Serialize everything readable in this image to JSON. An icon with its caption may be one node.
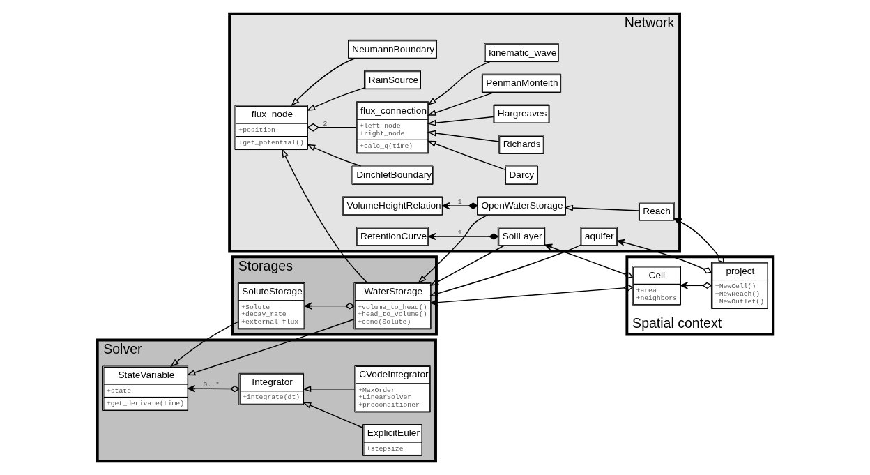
{
  "diagram": {
    "nodes": [
      {
        "text": [
          "Network"
        ]
      },
      {
        "text": [
          "flux_connection",
          "+left_node",
          "+right_node",
          "+calc_q(time)"
        ],
        "in": 0
      },
      {
        "text": [
          "flux_node",
          "+position",
          "+get_potential()"
        ],
        "in": 0
      },
      {
        "text": [
          "PenmanMonteith"
        ],
        "in": 0
      },
      {
        "text": [
          "Hargreaves"
        ],
        "in": 0
      },
      {
        "text": [
          "Richards"
        ],
        "in": 0
      },
      {
        "text": [
          "Darcy"
        ],
        "in": 0
      },
      {
        "text": [
          "kinematic_wave"
        ],
        "in": 0
      },
      {
        "text": [
          "DirichletBoundary"
        ],
        "in": 0
      },
      {
        "text": [
          "NeumannBoundary"
        ],
        "in": 0
      },
      {
        "text": [
          "RainSource"
        ],
        "in": 0
      },
      {
        "text": [
          "Solver"
        ]
      },
      {
        "text": [
          "StateVariable",
          "+state",
          "+get_derivate(time)"
        ],
        "in": 11
      },
      {
        "text": [
          "Integrator",
          "+integrate(dt)"
        ],
        "in": 11
      },
      {
        "text": [
          "CVodeIntegrator",
          "+MaxOrder",
          "+LinearSolver",
          "+preconditioner"
        ],
        "in": 11
      },
      {
        "text": [
          "ExplicitEuler",
          "+stepsize"
        ],
        "in": 11
      },
      {
        "text": [
          "Storages"
        ]
      },
      {
        "text": [
          "WaterStorage",
          "+volume_to_head()",
          "+head_to_volume()",
          "+conc(Solute)"
        ],
        "in": 16
      },
      {
        "text": [
          "SoluteStorage",
          "+Solute",
          "+decay_rate",
          "+external_flux"
        ],
        "in": 16
      },
      {
        "text": [
          "OpenWaterStorage"
        ],
        "in": 0
      },
      {
        "text": [
          "aquifer"
        ],
        "in": 0
      },
      {
        "text": [
          "SoilLayer"
        ],
        "in": 0
      },
      {
        "text": [
          "VolumeHeightRelation"
        ],
        "in": 0
      },
      {
        "text": [
          "RetentionCurve"
        ],
        "in": 0
      },
      {
        "text": [
          "Reach"
        ],
        "in": 0
      },
      {
        "text": [
          "Spatial context"
        ]
      },
      {
        "text": [
          "Cell",
          "+area",
          "+neighbors"
        ],
        "in": 25
      },
      {
        "text": [
          "project",
          "+NewCell()",
          "+NewReach()",
          "+NewOutlet()"
        ],
        "in": 25
      }
    ],
    "edges": [
      {
        "from": 1,
        "to": 2,
        "arrow": "other",
        "label": "2"
      },
      {
        "from": 3,
        "to": 1,
        "arrow": "to"
      },
      {
        "from": 4,
        "to": 1,
        "arrow": "to"
      },
      {
        "from": 5,
        "to": 1,
        "arrow": "to"
      },
      {
        "from": 6,
        "to": 1,
        "arrow": "to"
      },
      {
        "from": 7,
        "to": 1,
        "arrow": "to"
      },
      {
        "from": 8,
        "to": 2,
        "arrow": "to"
      },
      {
        "from": 9,
        "to": 2,
        "arrow": "to"
      },
      {
        "from": 10,
        "to": 2,
        "arrow": "to"
      },
      {
        "from": 17,
        "to": 2,
        "arrow": "to"
      },
      {
        "from": 13,
        "to": 12,
        "arrow": "to",
        "label": "0..*"
      },
      {
        "from": 14,
        "to": 13,
        "arrow": "to"
      },
      {
        "from": 15,
        "to": 13,
        "arrow": "to"
      },
      {
        "from": 17,
        "to": 12,
        "arrow": "to"
      },
      {
        "from": 18,
        "to": 12,
        "arrow": "to"
      },
      {
        "from": 17,
        "to": 18,
        "arrow": "to"
      },
      {
        "from": 19,
        "to": 17,
        "arrow": "to"
      },
      {
        "from": 20,
        "to": 17,
        "arrow": "to"
      },
      {
        "from": 21,
        "to": 17,
        "arrow": "to"
      },
      {
        "from": 19,
        "to": 22,
        "arrow": "to",
        "label": "1"
      },
      {
        "from": 21,
        "to": 23,
        "arrow": "to",
        "label": "1"
      },
      {
        "from": 24,
        "to": 19,
        "arrow": "to"
      },
      {
        "from": 26,
        "to": 17,
        "arrow": "to"
      },
      {
        "from": 26,
        "to": 21,
        "arrow": "to"
      },
      {
        "from": 27,
        "to": 26,
        "arrow": "to"
      },
      {
        "from": 27,
        "to": 20,
        "arrow": "to"
      },
      {
        "from": 27,
        "to": 24,
        "arrow": "to"
      }
    ]
  }
}
